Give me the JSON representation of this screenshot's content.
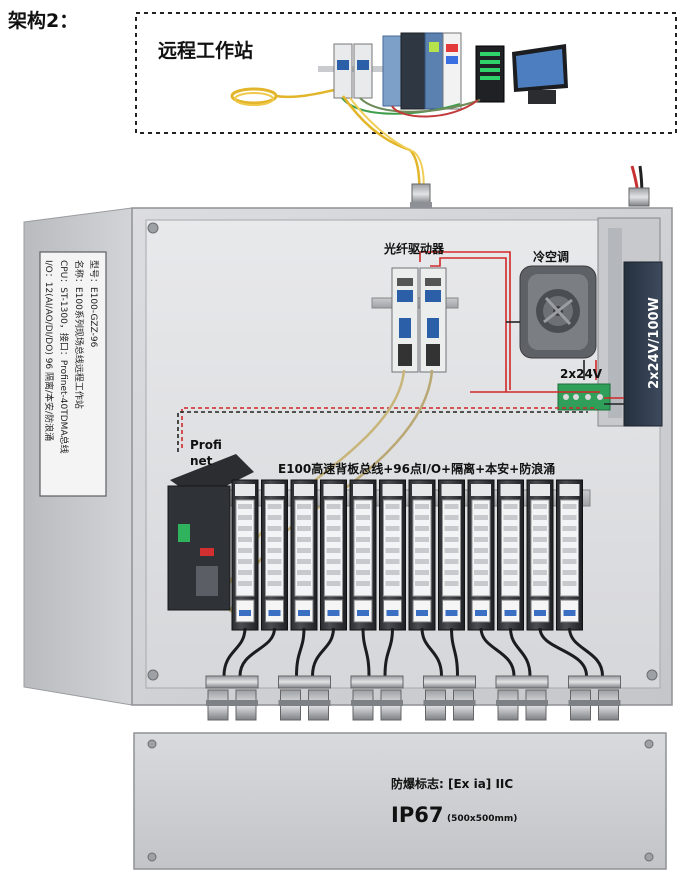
{
  "architecture_title": "架构2：",
  "remote": {
    "title": "远程工作站"
  },
  "labels": {
    "fiber_driver": "光纤驱动器",
    "air_conditioner": "冷空调",
    "power_24v": "2x24V",
    "psu": "2x24V/100W",
    "profinet_line1": "Profi",
    "profinet_line2": "net",
    "backplane": "E100高速背板总线+96点I/O+隔离+本安+防浪涌"
  },
  "side_plate": {
    "lines": [
      "型号：E100-GZZ-96",
      "名称：E100系列现场总线远程工作站",
      "CPU：ST-1300，接口：Profinet-40TDMA总线",
      "I/O：12(AI/AO/DI/DO) 96 隔离/本安/防浪涌"
    ]
  },
  "cover": {
    "ex_marking": "防爆标志: [Ex ia] IIC",
    "ip_rating": "IP67",
    "dimensions": "(500x500mm)"
  },
  "module_count": 12,
  "cable_gland_count": 6
}
